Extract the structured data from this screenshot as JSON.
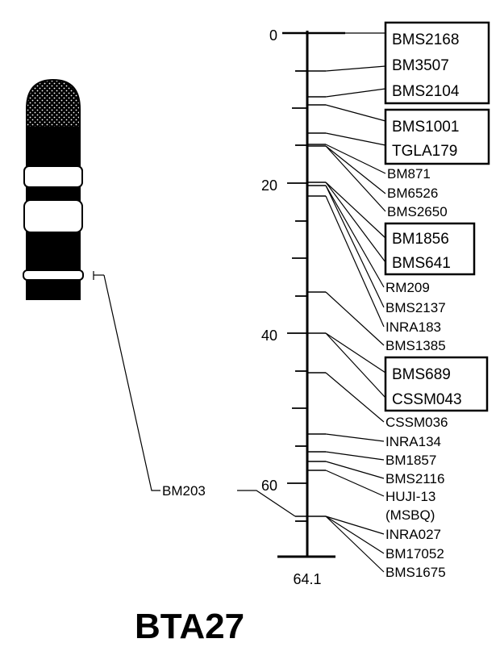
{
  "title": "BTA27",
  "axis": {
    "ticks": [
      "0",
      "20",
      "40",
      "60"
    ],
    "end_label": "64.1"
  },
  "markers": [
    "BM871",
    "BM6526",
    "BMS2650",
    "RM209",
    "BMS2137",
    "INRA183",
    "BMS1385",
    "CSSM036",
    "INRA134",
    "BM1857",
    "BMS2116",
    "HUJI-13",
    "(MSBQ)",
    "INRA027",
    "BM17052",
    "BMS1675"
  ],
  "boxed_groups": [
    [
      "BMS2168",
      "BM3507",
      "BMS2104"
    ],
    [
      "BMS1001",
      "TGLA179"
    ],
    [
      "BM1856",
      "BMS641"
    ],
    [
      "BMS689",
      "CSSM043"
    ]
  ],
  "side_marker": "BM203"
}
